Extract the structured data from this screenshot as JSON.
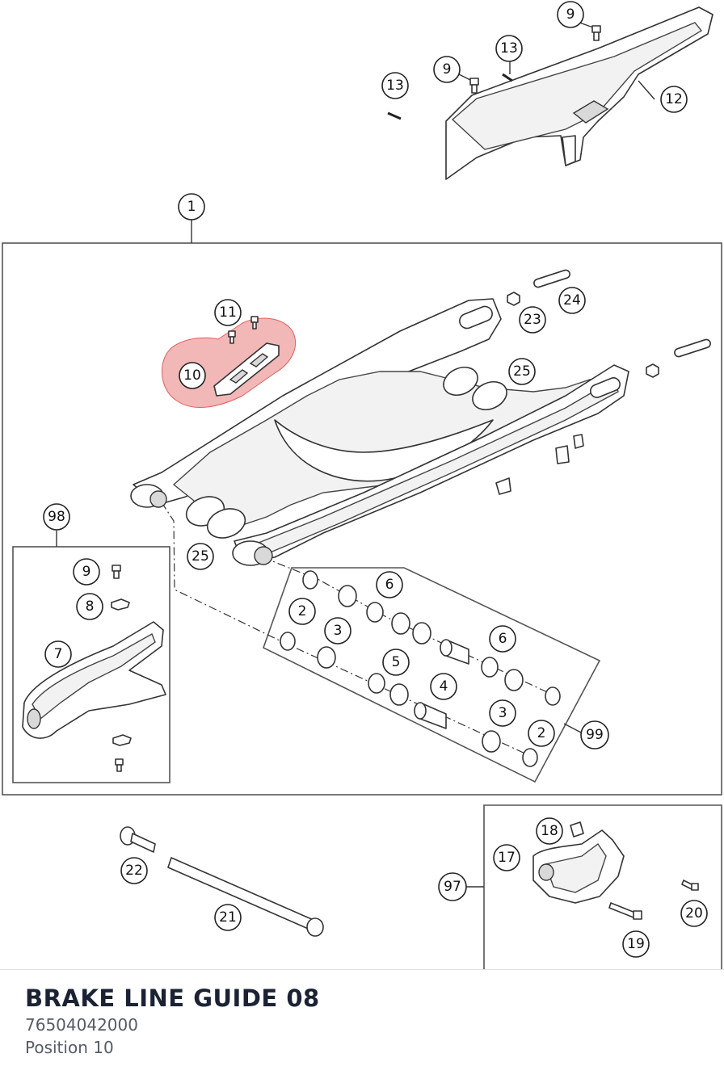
{
  "diagram": {
    "highlight_color": "#e25f5f",
    "callouts": [
      "9",
      "13",
      "9",
      "13",
      "12",
      "1",
      "11",
      "10",
      "23",
      "24",
      "25",
      "98",
      "9",
      "8",
      "7",
      "25",
      "6",
      "2",
      "3",
      "6",
      "5",
      "4",
      "3",
      "2",
      "99",
      "22",
      "21",
      "18",
      "17",
      "97",
      "20",
      "19"
    ]
  },
  "footer": {
    "title": "BRAKE LINE GUIDE 08",
    "part_number": "76504042000",
    "position": "Position 10"
  }
}
